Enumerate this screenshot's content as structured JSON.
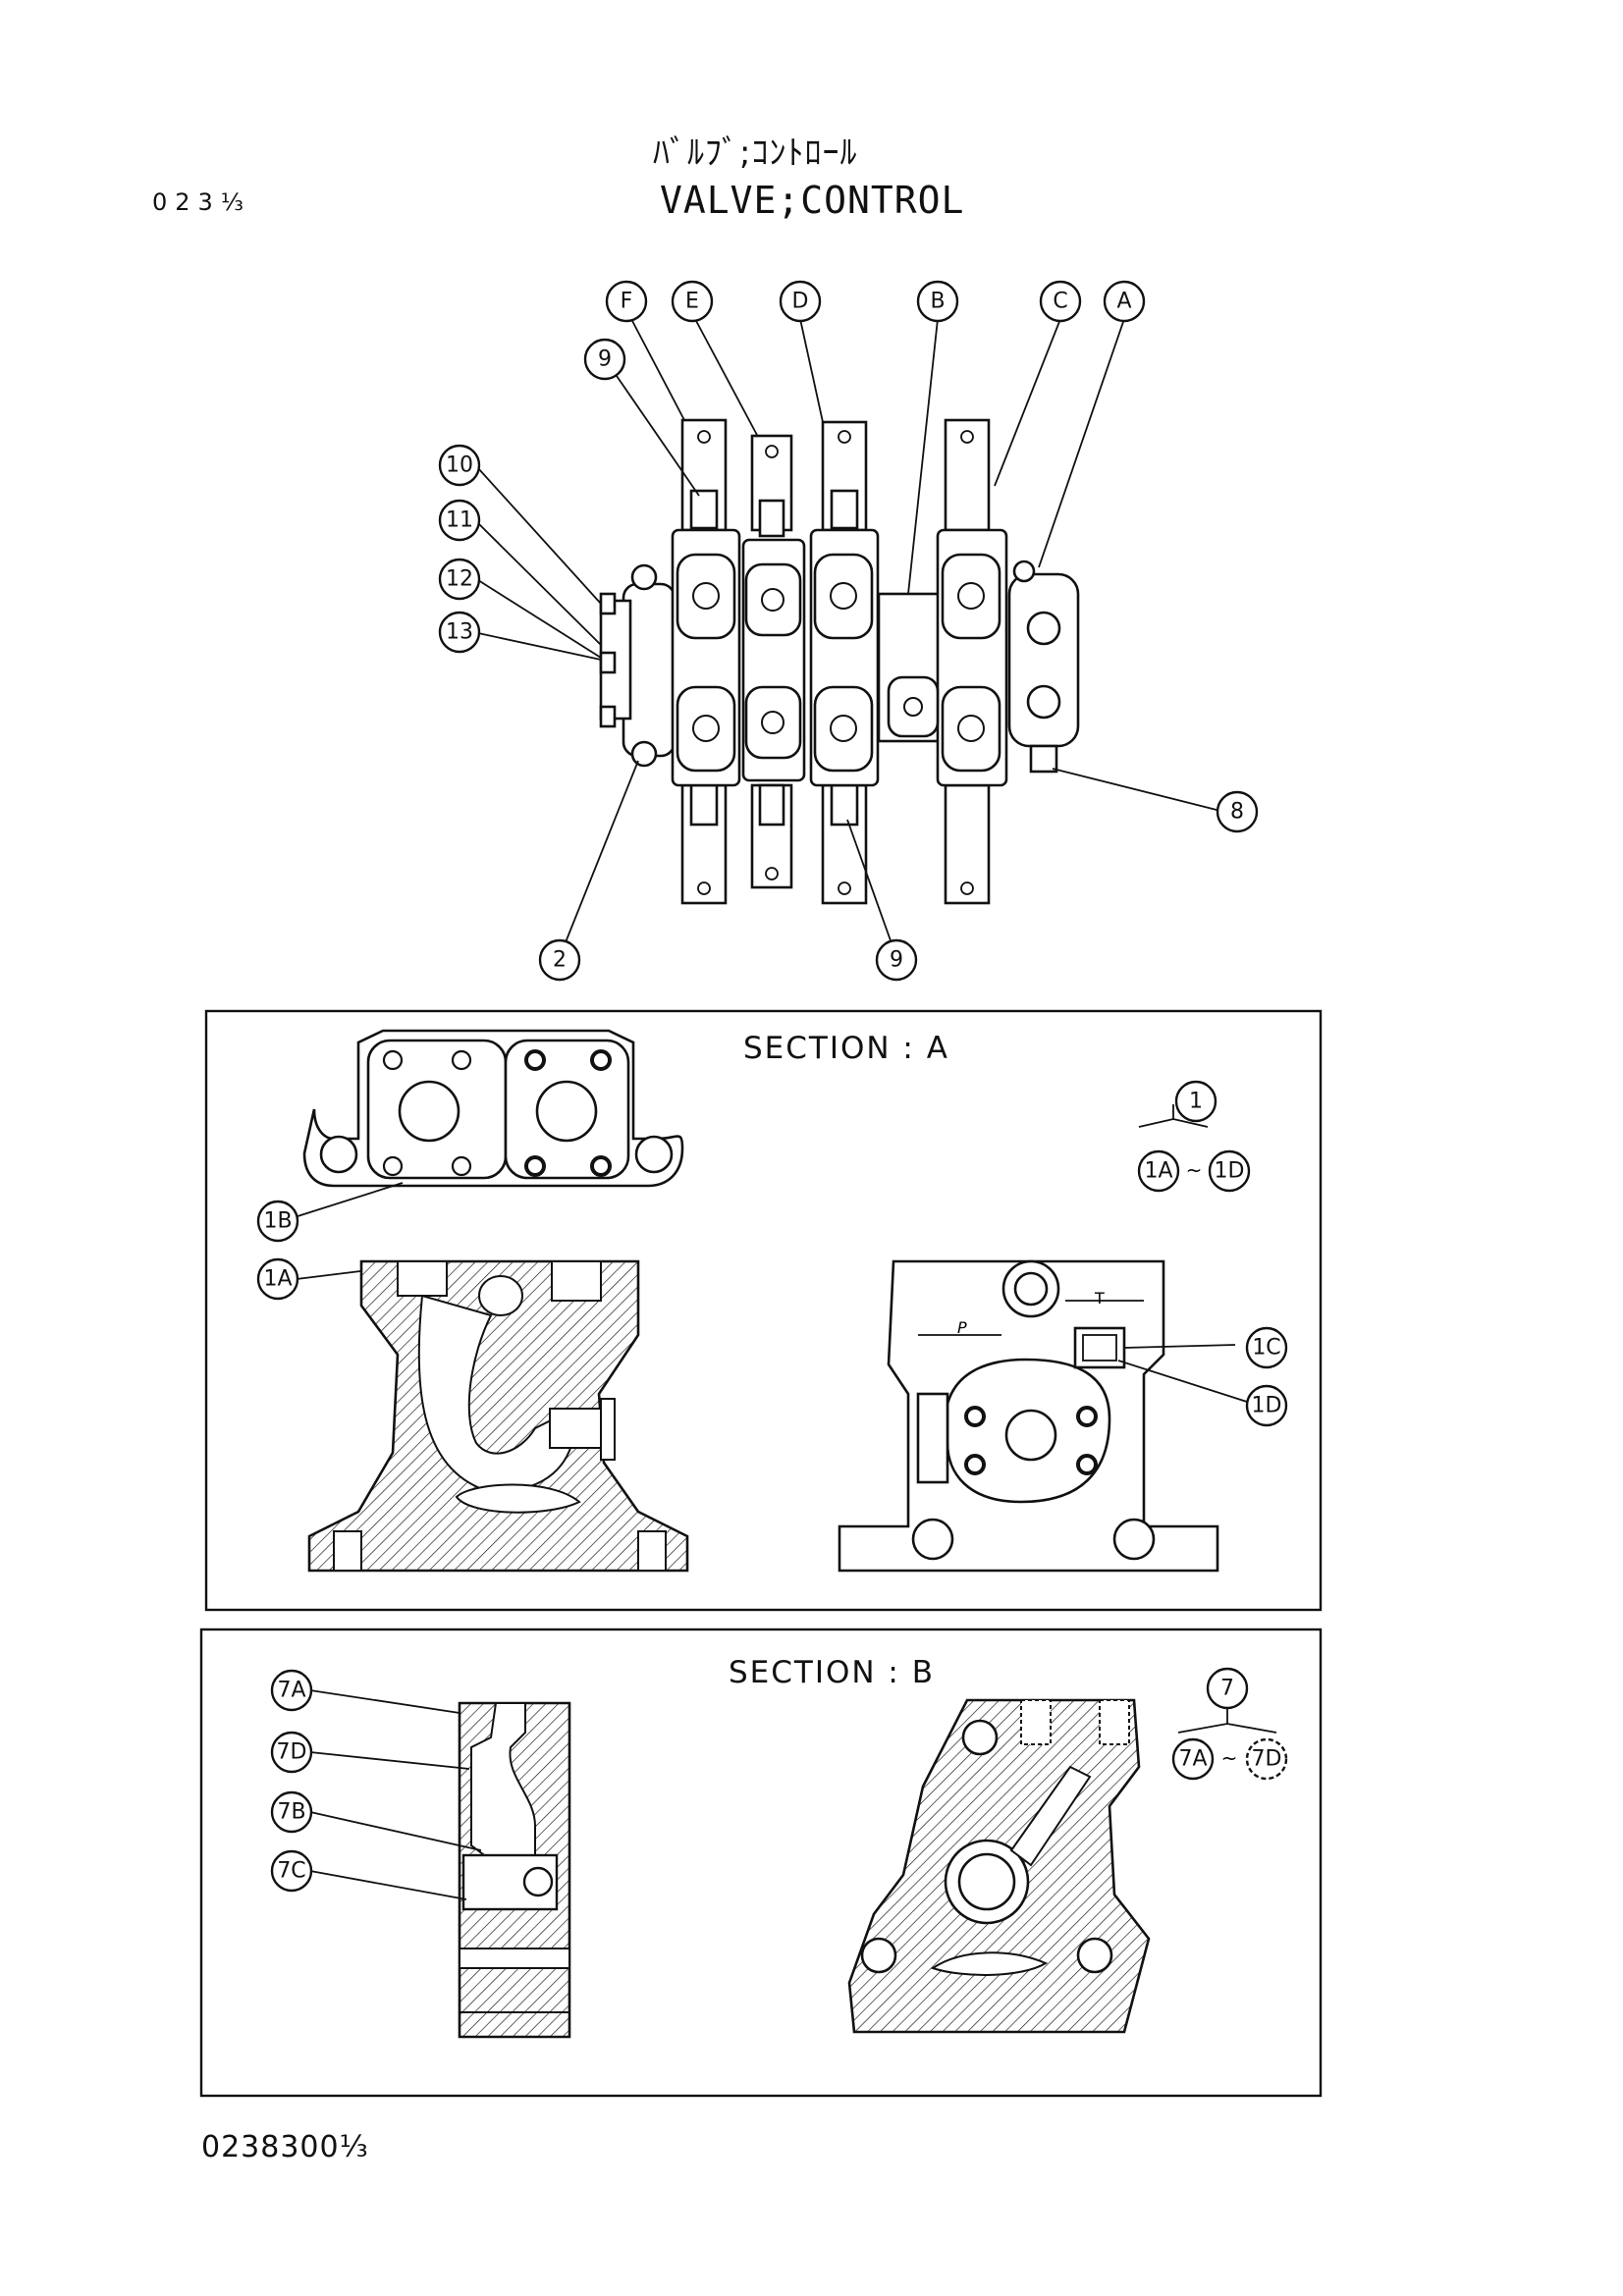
{
  "header": {
    "title_jp": "ﾊﾞﾙﾌﾞ;ｺﾝﾄﾛｰﾙ",
    "title_en": "VALVE;CONTROL",
    "page_ref": "023⅓"
  },
  "footer": {
    "doc_number": "0238300⅓"
  },
  "section_a": {
    "label": "SECTION : A",
    "assembly_callout": "1",
    "assembly_range": [
      "1A",
      "1D"
    ],
    "callouts": [
      "1B",
      "1A",
      "1C",
      "1D"
    ],
    "port_marks": [
      "P",
      "T"
    ]
  },
  "section_b": {
    "label": "SECTION : B",
    "assembly_callout": "7",
    "assembly_range": [
      "7A",
      "7D"
    ],
    "callouts": [
      "7A",
      "7D",
      "7B",
      "7C"
    ]
  },
  "main_view": {
    "section_callouts": [
      "F",
      "E",
      "D",
      "B",
      "C",
      "A"
    ],
    "part_callouts": [
      "9",
      "10",
      "11",
      "12",
      "13",
      "8",
      "2",
      "9"
    ]
  },
  "range_separator": "~"
}
